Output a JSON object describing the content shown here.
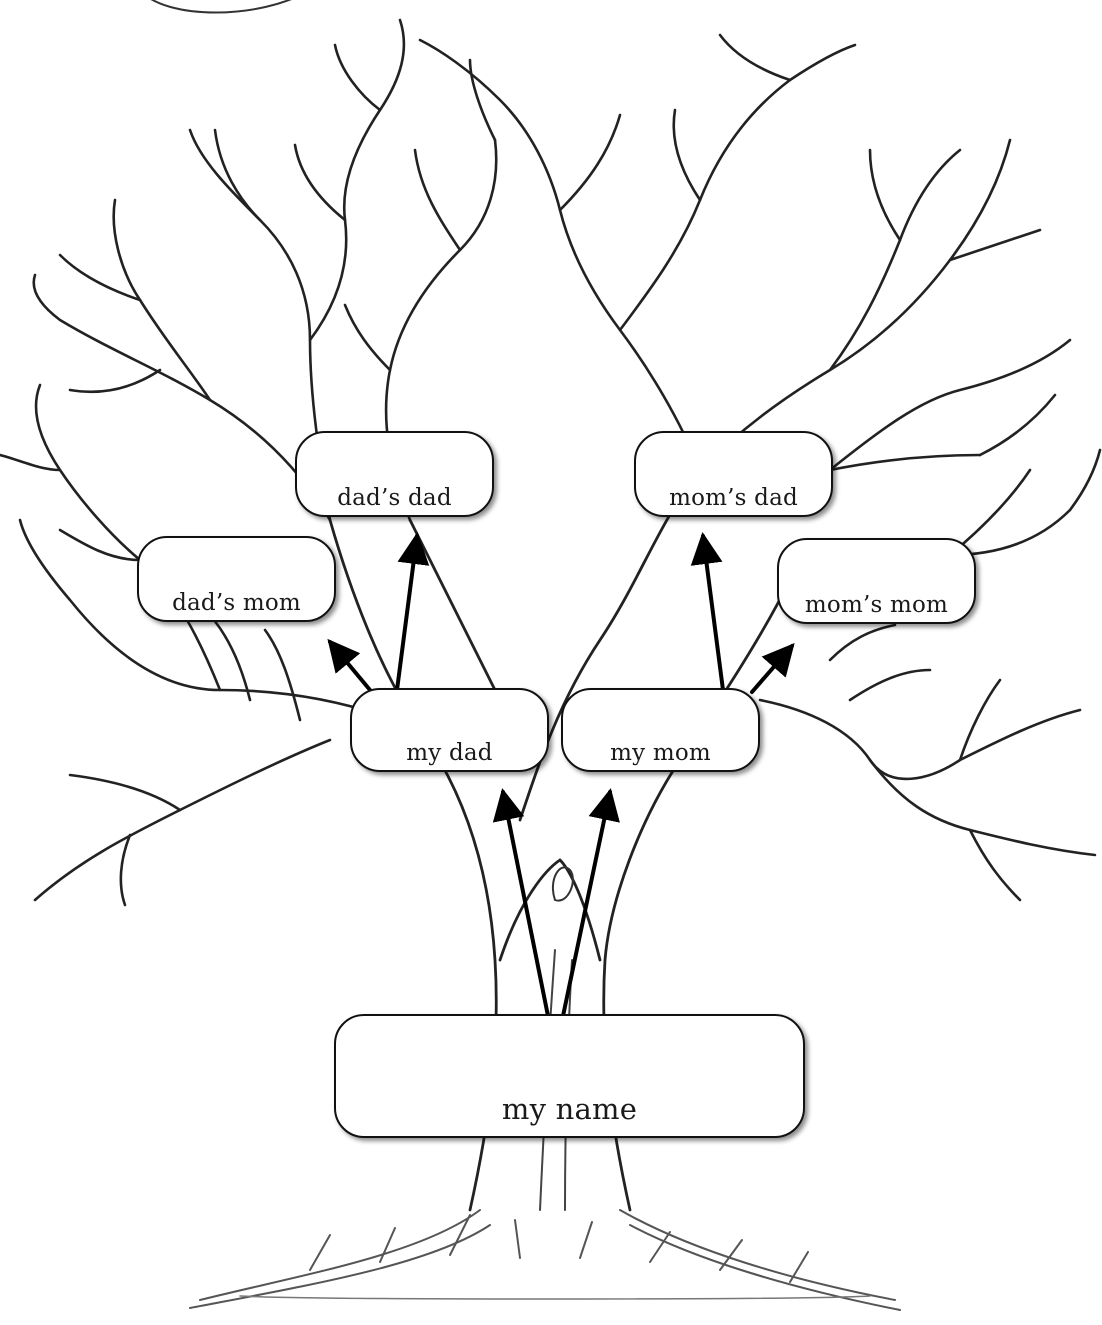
{
  "tree": {
    "names": {
      "me": "my name",
      "father": "my dad",
      "mother": "my mom",
      "paternal_grandfather": "dad’s dad",
      "paternal_grandmother": "dad’s mom",
      "maternal_grandfather": "mom’s dad",
      "maternal_grandmother": "mom’s mom"
    }
  }
}
